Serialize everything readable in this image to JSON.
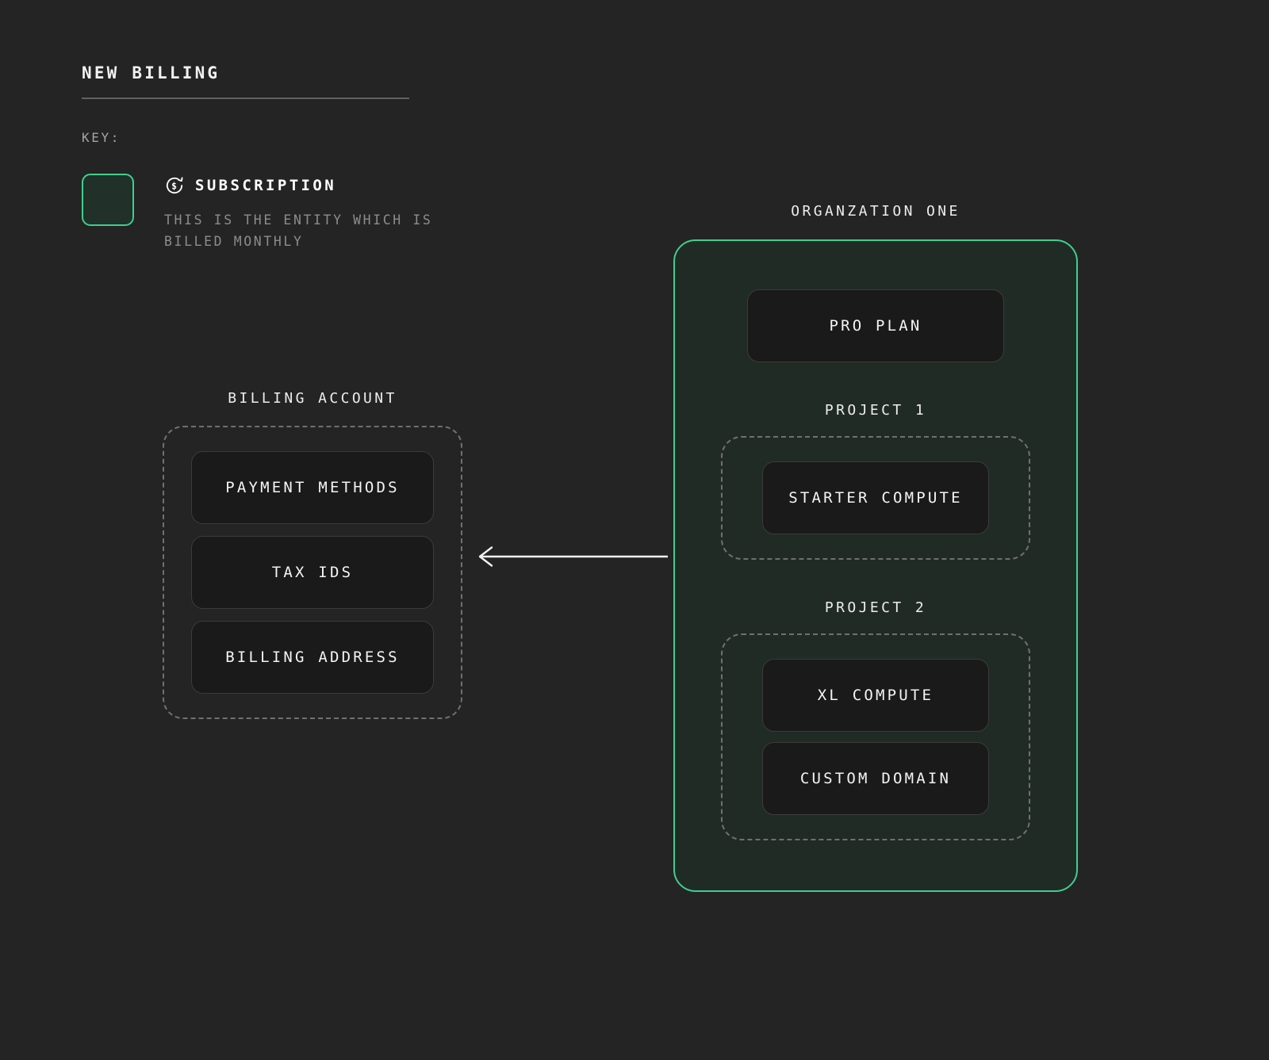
{
  "page": {
    "title": "NEW BILLING",
    "background_color": "#242424",
    "accent_color": "#3ecf8e"
  },
  "key": {
    "label": "KEY:",
    "swatch": {
      "border_color": "#3ecf8e",
      "fill_color": "#21312a"
    },
    "icon": "subscription-recurring-dollar-icon",
    "title": "SUBSCRIPTION",
    "description": "THIS IS THE ENTITY WHICH IS BILLED MONTHLY"
  },
  "billing_account": {
    "caption": "BILLING ACCOUNT",
    "items": [
      {
        "label": "PAYMENT METHODS"
      },
      {
        "label": "TAX IDS"
      },
      {
        "label": "BILLING ADDRESS"
      }
    ]
  },
  "connector": {
    "name": "arrow-org-to-billing-account",
    "direction": "left",
    "color": "#f2f2f2"
  },
  "organization": {
    "caption": "ORGANZATION ONE",
    "plan": {
      "label": "PRO PLAN"
    },
    "projects": [
      {
        "caption": "PROJECT 1",
        "items": [
          {
            "label": "STARTER COMPUTE"
          }
        ]
      },
      {
        "caption": "PROJECT 2",
        "items": [
          {
            "label": "XL COMPUTE"
          },
          {
            "label": "CUSTOM DOMAIN"
          }
        ]
      }
    ]
  }
}
